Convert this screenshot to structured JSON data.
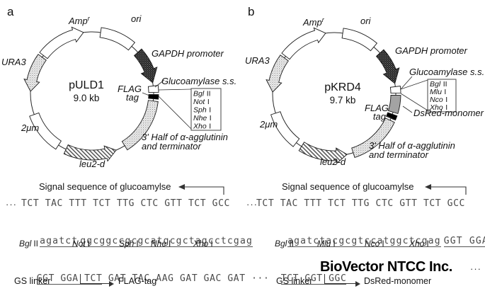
{
  "colors": {
    "flag_tag_fill": "#000000",
    "dsred_fill": "#a3a3a3",
    "sequence_text": "#4a4a4a",
    "outline": "#1a1a1a"
  },
  "watermark": "BioVector NTCC Inc.",
  "panel_a": {
    "label": "a",
    "plasmid": {
      "name": "pULD1",
      "size": "9.0 kb",
      "amp": "Amp",
      "amp_sup": "r",
      "ori": "ori",
      "ura3": "URA3",
      "gapdh": "GAPDH promoter",
      "glucoamylase": "Glucoamylase s.s.",
      "flag1": "FLAG",
      "flag2": "tag",
      "agglutinin1": "3' Half of α-agglutinin",
      "agglutinin2": "and terminator",
      "leu2d": "leu2-d",
      "two_micron": "2μm",
      "sites": [
        {
          "it": "Bgl",
          "ro": "II"
        },
        {
          "it": "Not",
          "ro": "I"
        },
        {
          "it": "Sph",
          "ro": "I"
        },
        {
          "it": "Nhe",
          "ro": "I"
        },
        {
          "it": "Xho",
          "ro": "I"
        }
      ]
    },
    "sequence": {
      "header": "Signal sequence of glucoamylse",
      "pre_ellipsis": "···",
      "signal_seq": "TCT TAC TTT TCT TTG CTC GTT TCT GCC",
      "mcs_part1": "agatct",
      "mcs_part2": "ggcggccgcgcatgcgctagcctcgag",
      "linker_underlined": "GGT GGA TCT",
      "linker_rest": " GAT TAC AAG GAT GAC GAT ",
      "post_ellipsis": "···",
      "gs_label": "GS linker",
      "arrow_target": "FLAG-tag"
    }
  },
  "panel_b": {
    "label": "b",
    "plasmid": {
      "name": "pKRD4",
      "size": "9.7 kb",
      "amp": "Amp",
      "amp_sup": "r",
      "ori": "ori",
      "ura3": "URA3",
      "gapdh": "GAPDH promoter",
      "glucoamylase": "Glucoamylase s.s.",
      "dsred": "DsRed-monomer",
      "flag1": "FLAG",
      "flag2": "tag",
      "agglutinin1": "3' Half of α-agglutinin",
      "agglutinin2": "and terminator",
      "leu2d": "leu2-d",
      "two_micron": "2μm",
      "sites": [
        {
          "it": "Bgl",
          "ro": "II"
        },
        {
          "it": "Mlu",
          "ro": "I"
        },
        {
          "it": "Nco",
          "ro": "I"
        },
        {
          "it": "Xho",
          "ro": "I"
        }
      ]
    },
    "sequence": {
      "header": "Signal sequence of glucoamylse",
      "pre_ellipsis": "···",
      "signal_seq": "TCT TAC TTT TCT TTG CTC GTT TCT GCC",
      "mcs_part1": "agatctacgcgtccatggctcgag",
      "mcs_part2": "GGT GGA",
      "linker_underlined": "TCT GGT GGC",
      "post_ellipsis": "···",
      "gs_label": "GS linker",
      "arrow_target": "DsRed-monomer"
    }
  }
}
